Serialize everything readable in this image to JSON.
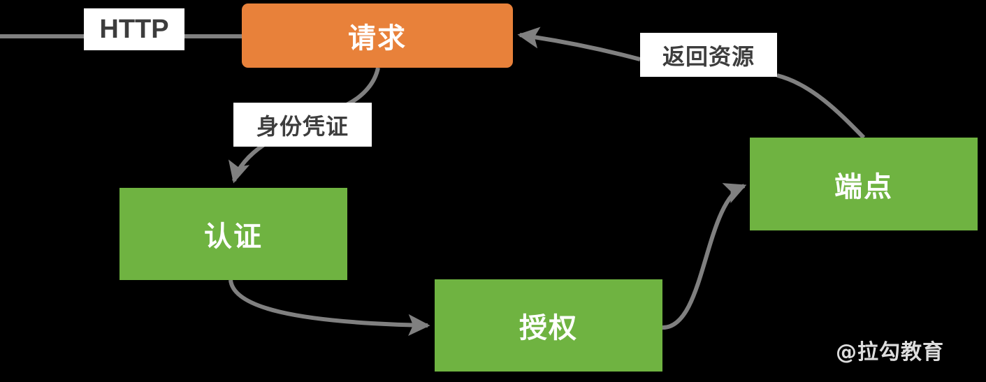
{
  "diagram": {
    "background_color": "#000000",
    "edge_color": "#808080",
    "nodes": [
      {
        "id": "request",
        "label": "请求",
        "shape": "rounded-rect",
        "color": "#e8813a",
        "text_color": "#ffffff"
      },
      {
        "id": "auth",
        "label": "认证",
        "shape": "rect",
        "color": "#6fb341",
        "text_color": "#ffffff"
      },
      {
        "id": "authz",
        "label": "授权",
        "shape": "rect",
        "color": "#6fb341",
        "text_color": "#ffffff"
      },
      {
        "id": "endpoint",
        "label": "端点",
        "shape": "rect",
        "color": "#6fb341",
        "text_color": "#ffffff"
      }
    ],
    "edge_labels": [
      {
        "id": "http",
        "text": "HTTP",
        "text_color": "#3d3d3d",
        "background": "#ffffff"
      },
      {
        "id": "credential",
        "text": "身份凭证",
        "text_color": "#3d3d3d",
        "background": "#ffffff"
      },
      {
        "id": "resource",
        "text": "返回资源",
        "text_color": "#3d3d3d",
        "background": "#ffffff"
      }
    ],
    "edges": [
      {
        "from": "inbound",
        "to": "request",
        "label": "HTTP"
      },
      {
        "from": "request",
        "to": "auth",
        "label": "身份凭证"
      },
      {
        "from": "auth",
        "to": "authz",
        "label": ""
      },
      {
        "from": "authz",
        "to": "endpoint",
        "label": ""
      },
      {
        "from": "endpoint",
        "to": "request",
        "label": "返回资源"
      }
    ],
    "watermark": "@拉勾教育"
  }
}
